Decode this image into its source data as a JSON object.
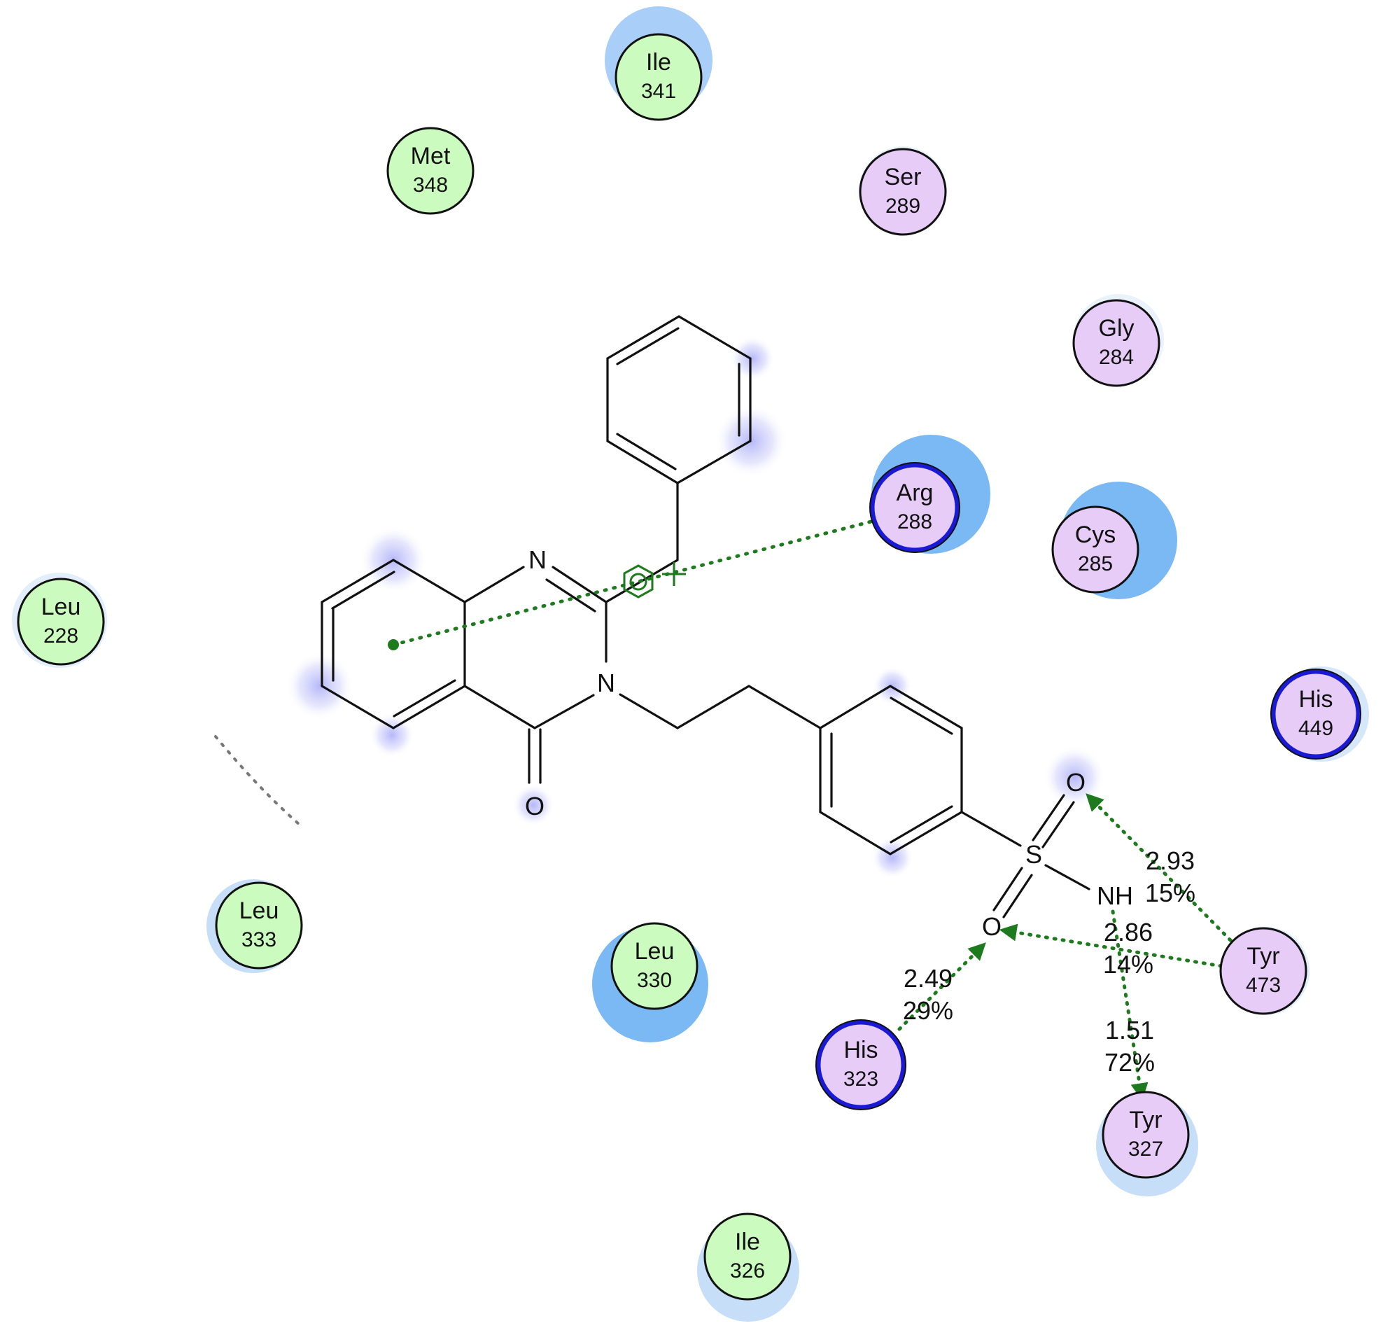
{
  "colors": {
    "hydrophobic": "#ccfbc0",
    "polar": "#e6ccf7",
    "charged_ring": "#1a1ad6",
    "exposure": "#78b8f5",
    "exposure_light": "#c2ddf8",
    "hbond": "#1d7a1d",
    "bond": "#111111"
  },
  "residues": [
    {
      "key": "ile341",
      "name": "Ile",
      "num": "341",
      "kind": "hydrophobic"
    },
    {
      "key": "met348",
      "name": "Met",
      "num": "348",
      "kind": "hydrophobic"
    },
    {
      "key": "ser289",
      "name": "Ser",
      "num": "289",
      "kind": "polar"
    },
    {
      "key": "gly284",
      "name": "Gly",
      "num": "284",
      "kind": "polar"
    },
    {
      "key": "arg288",
      "name": "Arg",
      "num": "288",
      "kind": "polar-charged"
    },
    {
      "key": "cys285",
      "name": "Cys",
      "num": "285",
      "kind": "polar"
    },
    {
      "key": "leu228",
      "name": "Leu",
      "num": "228",
      "kind": "hydrophobic"
    },
    {
      "key": "his449",
      "name": "His",
      "num": "449",
      "kind": "polar-charged"
    },
    {
      "key": "leu333",
      "name": "Leu",
      "num": "333",
      "kind": "hydrophobic"
    },
    {
      "key": "leu330",
      "name": "Leu",
      "num": "330",
      "kind": "hydrophobic"
    },
    {
      "key": "tyr473",
      "name": "Tyr",
      "num": "473",
      "kind": "polar"
    },
    {
      "key": "his323",
      "name": "His",
      "num": "323",
      "kind": "polar-charged"
    },
    {
      "key": "tyr327",
      "name": "Tyr",
      "num": "327",
      "kind": "polar"
    },
    {
      "key": "ile326",
      "name": "Ile",
      "num": "326",
      "kind": "hydrophobic"
    }
  ],
  "atoms": {
    "n1": "N",
    "n3": "N",
    "o_carbonyl": "O",
    "s": "S",
    "o_sulfonyl_top": "O",
    "o_sulfonyl_bottom": "O",
    "nh": "NH"
  },
  "hbonds": [
    {
      "key": "tyr473-o-top",
      "distance": "2.93",
      "occupancy": "15%"
    },
    {
      "key": "tyr473-o-bottom",
      "distance": "2.86",
      "occupancy": "14%"
    },
    {
      "key": "his323-o-bottom",
      "distance": "2.49",
      "occupancy": "29%"
    },
    {
      "key": "nh-tyr327",
      "distance": "1.51",
      "occupancy": "72%"
    }
  ]
}
